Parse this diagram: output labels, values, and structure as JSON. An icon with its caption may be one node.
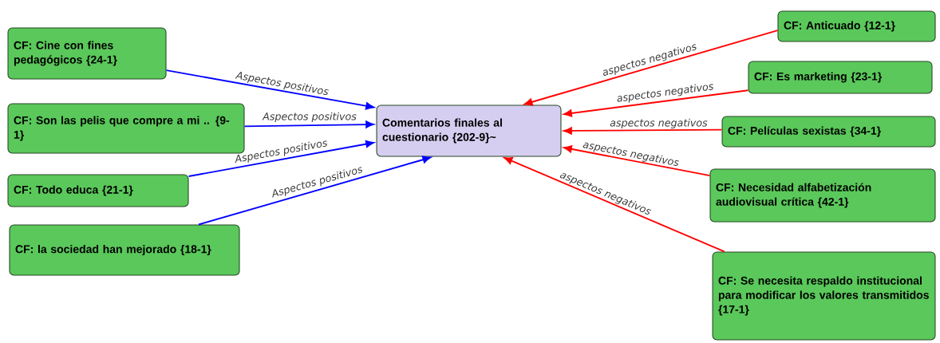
{
  "diagram": {
    "nodes": [
      {
        "text": [
          "Comentarios finales al cuestionario {202-9}~"
        ]
      },
      {
        "text": [
          "CF: Cine con fines pedagógicos {24-1}"
        ]
      },
      {
        "text": [
          "CF: Son las pelis que compre a mi .. {9-1}"
        ]
      },
      {
        "text": [
          "CF: Todo educa {21-1}"
        ]
      },
      {
        "text": [
          "CF: la sociedad han mejorado {18-1}"
        ]
      },
      {
        "text": [
          "CF: Anticuado {12-1}"
        ]
      },
      {
        "text": [
          "CF: Es marketing {23-1}"
        ]
      },
      {
        "text": [
          "CF: Películas sexistas {34-1}"
        ]
      },
      {
        "text": [
          "CF: Necesidad alfabetización audiovisual crítica {42-1}"
        ]
      },
      {
        "text": [
          "CF: Se necesita respaldo institucional para modificar los valores transmitidos {17-1}"
        ]
      }
    ],
    "edges": [
      {
        "from": 1,
        "to": 0,
        "arrow": "to",
        "label": "Aspectos positivos",
        "color": "#0000ff"
      },
      {
        "from": 2,
        "to": 0,
        "arrow": "to",
        "label": "Aspectos positivos",
        "color": "#0000ff"
      },
      {
        "from": 3,
        "to": 0,
        "arrow": "to",
        "label": "Aspectos positivos",
        "color": "#0000ff"
      },
      {
        "from": 4,
        "to": 0,
        "arrow": "to",
        "label": "Aspectos positivos",
        "color": "#0000ff"
      },
      {
        "from": 5,
        "to": 0,
        "arrow": "to",
        "label": "aspectos negativos"
      },
      {
        "from": 6,
        "to": 0,
        "arrow": "to",
        "label": "aspectos negativos"
      },
      {
        "from": 7,
        "to": 0,
        "arrow": "to",
        "label": "aspectos negativos"
      },
      {
        "from": 8,
        "to": 0,
        "arrow": "to",
        "label": "aspectos negativos"
      },
      {
        "from": 9,
        "to": 0,
        "arrow": "to",
        "label": "aspectos negativos"
      }
    ]
  }
}
